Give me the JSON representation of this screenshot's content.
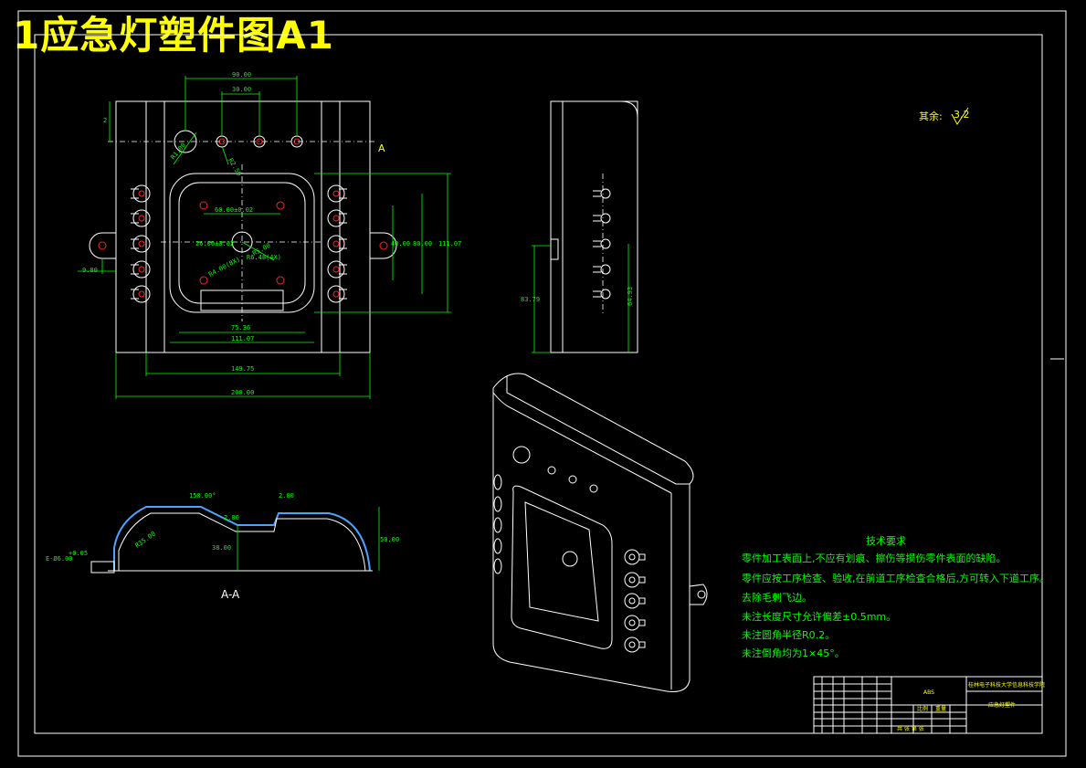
{
  "title": "1应急灯塑件图A1",
  "top_view": {
    "dims": {
      "d90": "90.00",
      "d30": "30.00",
      "d2": "2",
      "d60": "60.00±0.02",
      "d26": "26.00±0.02",
      "d40": "40.00",
      "d80": "80.00",
      "d111v": "111.07",
      "d9": "9.80",
      "d75": "75.36",
      "d111h": "111.07",
      "d149": "149.75",
      "d200": "200.00",
      "r1": "R1.00",
      "r2": "R2.50",
      "r3": "R5.00",
      "r4": "R6.48(4X)",
      "r5": "R4.00(8X)"
    },
    "section_marker": "A"
  },
  "side_view": {
    "dims": {
      "d83": "83.79",
      "d64": "64.93"
    }
  },
  "section_view": {
    "label": "A-A",
    "dims": {
      "angle": "150.00°",
      "d2a": "2.00",
      "d2b": "2.00",
      "d38": "38.00",
      "d50": "50.00",
      "r35": "R35.00",
      "tol": "+0.05",
      "dia": "E-Ø6.00"
    }
  },
  "roughness": {
    "label": "其余:",
    "value": "3.2"
  },
  "tech_requirements": {
    "heading": "技术要求",
    "items": [
      "零件加工表面上,不应有划痕、擦伤等损伤零件表面的缺陷。",
      "零件应按工序检查、验收,在前道工序检查合格后,方可转入下道工序。",
      "去除毛刺飞边。",
      "未注长度尺寸允许偏差±0.5mm。",
      "未注圆角半径R0.2。",
      "未注倒角均为1×45°。"
    ]
  },
  "title_block": {
    "material": "ABS",
    "school": "桂林电子科技大学信息科技学院",
    "part_name": "应急灯塑件",
    "scale_label": "比例",
    "weight_label": "重量",
    "sheet_label": "共 张 第 张"
  },
  "colors": {
    "background": "#000000",
    "title": "#ffff00",
    "outline": "#ffffff",
    "dimension": "#00ff00",
    "hole": "#ff2020",
    "section": "#4aa3ff"
  }
}
